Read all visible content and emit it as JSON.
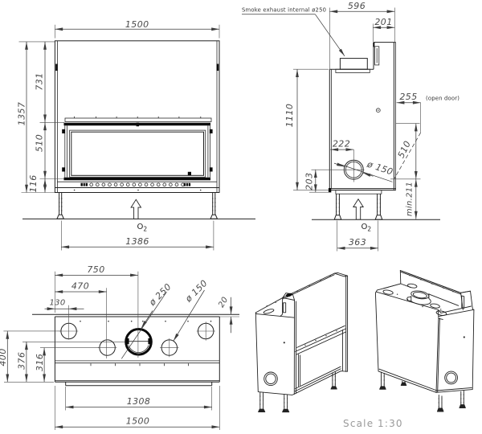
{
  "drawing": {
    "scale_word": "Scale",
    "scale_value": "1:30",
    "front_view": {
      "dim_width": "1500",
      "dim_total_height": "1357",
      "dim_upper": "731",
      "dim_glass": "510",
      "dim_base": "116",
      "dim_feet_span": "1386",
      "air_symbol": "O",
      "air_symbol_sub": "2"
    },
    "side_view": {
      "exhaust_note": "Smoke exhaust internal ø250",
      "dim_depth": "596",
      "dim_flue": "201",
      "dim_height": "1110",
      "dim_open_door": "255",
      "open_door_note": "(open door)",
      "dim_door_height": "510",
      "dim_min_clearance": "min.211",
      "dim_hole_offset_x": "222",
      "hole_label": "ø 150",
      "dim_hole_offset_y": "203",
      "dim_feet_span": "363",
      "air_symbol": "O",
      "air_symbol_sub": "2"
    },
    "top_view": {
      "dim_exhaust_x": "750",
      "dim_hole2_x": "470",
      "dim_hole1_x": "130",
      "exhaust_label": "ø 250",
      "hole_label": "ø 150",
      "dim_wall_gap": "20",
      "dim_depth_total": "400",
      "dim_depth_exhaust": "376",
      "dim_depth_holes": "316",
      "dim_ledge": "1308",
      "dim_width": "1500"
    }
  }
}
